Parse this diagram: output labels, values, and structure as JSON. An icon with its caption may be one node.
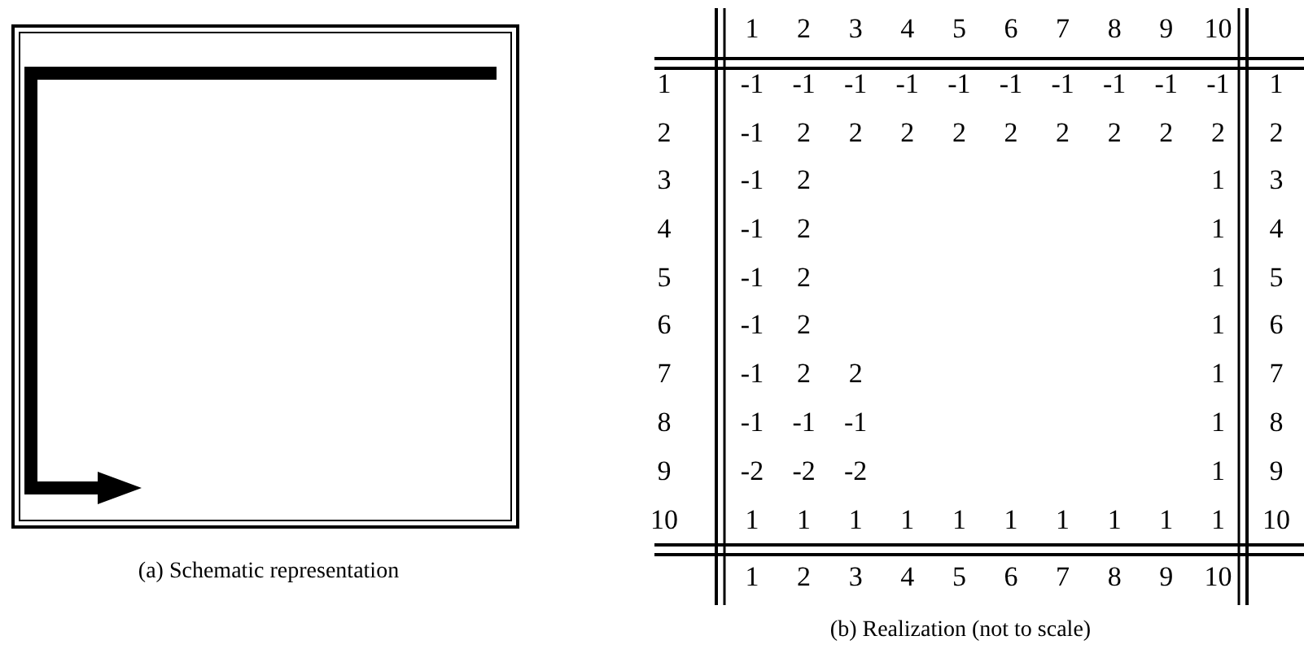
{
  "diagram": {
    "labels": [
      "1",
      "2",
      "3",
      "4",
      "5",
      "6",
      "7",
      "8",
      "9",
      "10",
      "1",
      "-1",
      "-1",
      "-1",
      "-1",
      "-1",
      "-1",
      "-1",
      "-1",
      "-1",
      "-1",
      "1",
      "2",
      "-1",
      "2",
      "2",
      "2",
      "2",
      "2",
      "2",
      "2",
      "2",
      "2",
      "2",
      "3",
      "-1",
      "2",
      "1",
      "3",
      "4",
      "-1",
      "2",
      "1",
      "4",
      "5",
      "-1",
      "2",
      "1",
      "5",
      "6",
      "-1",
      "2",
      "1",
      "6",
      "7",
      "-1",
      "2",
      "2",
      "1",
      "7",
      "8",
      "-1",
      "-1",
      "-1",
      "1",
      "8",
      "9",
      "-2",
      "-2",
      "-2",
      "1",
      "9",
      "10",
      "1",
      "1",
      "1",
      "1",
      "1",
      "1",
      "1",
      "1",
      "1",
      "1",
      "10",
      "(a) Schematic representation",
      "1",
      "2",
      "3",
      "4",
      "5",
      "6",
      "7",
      "8",
      "9",
      "10",
      "(b) Realization (not to scale)"
    ]
  }
}
